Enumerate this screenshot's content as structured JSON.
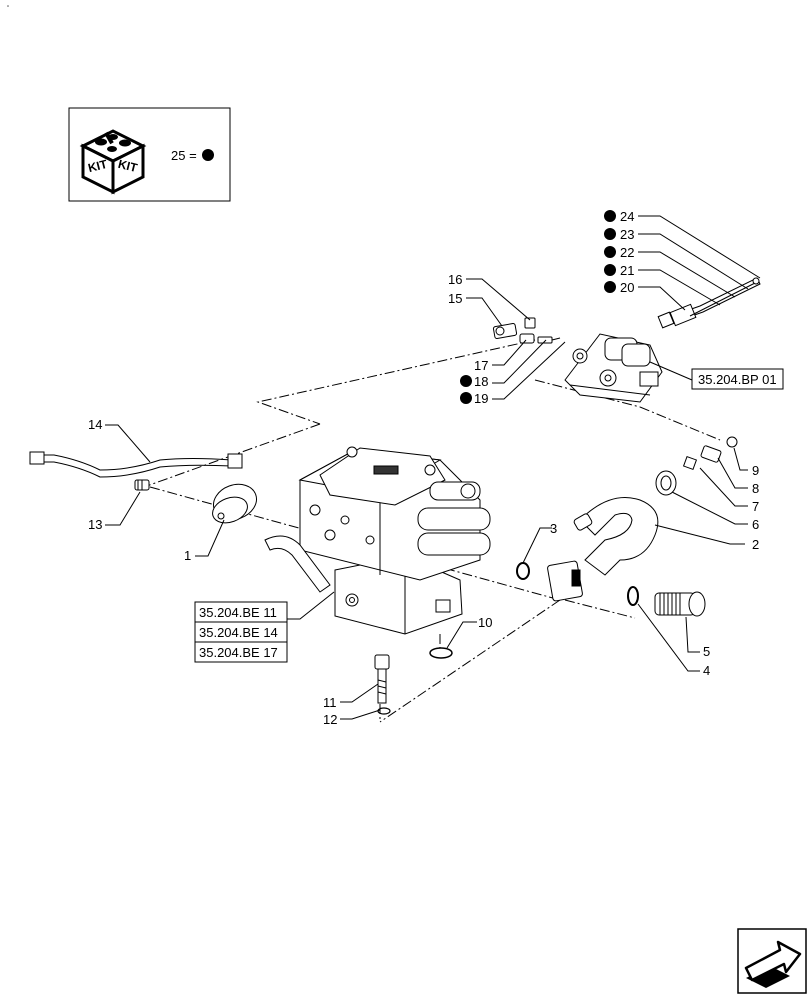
{
  "kit_legend": {
    "icon_text_left": "KIT",
    "icon_text_right": "KIT",
    "equation": "25 ="
  },
  "callouts": {
    "c1": "1",
    "c2": "2",
    "c3": "3",
    "c4": "4",
    "c5": "5",
    "c6": "6",
    "c7": "7",
    "c8": "8",
    "c9": "9",
    "c10": "10",
    "c11": "11",
    "c12": "12",
    "c13": "13",
    "c14": "14",
    "c15": "15",
    "c16": "16",
    "c17": "17",
    "c18": "18",
    "c19": "19",
    "c20": "20",
    "c21": "21",
    "c22": "22",
    "c23": "23",
    "c24": "24"
  },
  "references": {
    "ref_bp01": "35.204.BP 01",
    "ref_be11": "35.204.BE 11",
    "ref_be14": "35.204.BE 14",
    "ref_be17": "35.204.BE 17"
  },
  "icons": {
    "kit_icon": "kit-box-icon",
    "next_page_icon": "next-page-arrow-icon"
  }
}
